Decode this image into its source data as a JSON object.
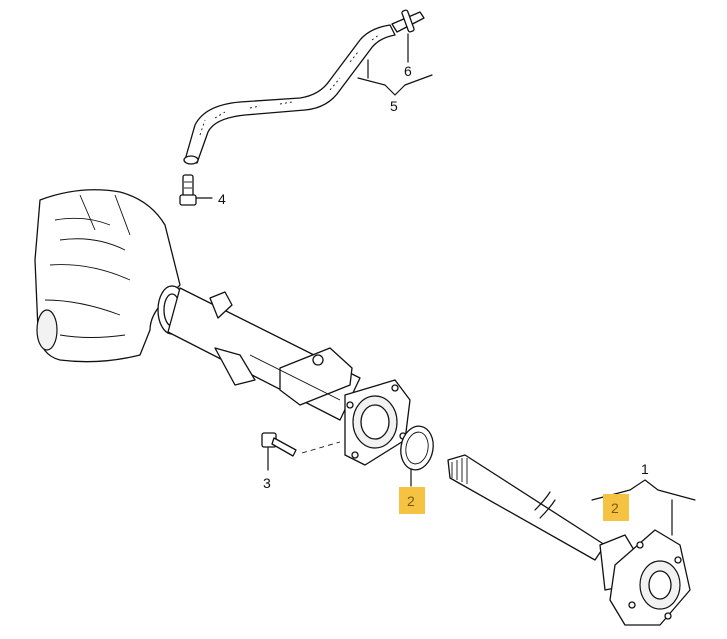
{
  "callouts": {
    "c1": "1",
    "c2a": "2",
    "c2b": "2",
    "c3": "3",
    "c4": "4",
    "c5": "5",
    "c6": "6"
  },
  "colors": {
    "highlight": "#f5c242",
    "highlight_text": "#7a5a10",
    "line": "#111111",
    "background": "#ffffff"
  }
}
